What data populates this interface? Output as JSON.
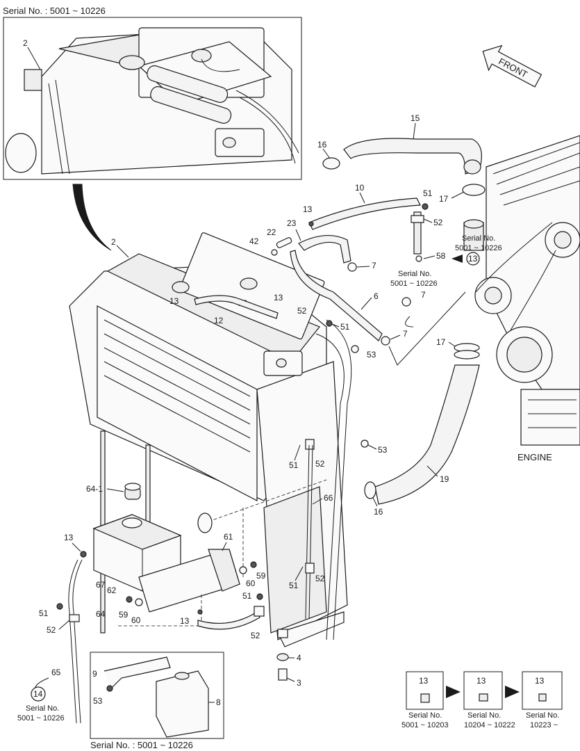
{
  "top_serial": "Serial No. : 5001 ~ 10226",
  "bottom_serial": "Serial No. : 5001 ~ 10226",
  "front_label": "FRONT",
  "engine_label": "ENGINE",
  "serial_note_engine": {
    "line1": "Serial No.",
    "line2": "5001 ~ 10226"
  },
  "serial_note_clamp": {
    "line1": "Serial No.",
    "line2": "5001 ~ 10226"
  },
  "serial_note_hose": {
    "line1": "Serial No.",
    "line2": "5001 ~ 10226"
  },
  "circled_refs": {
    "engine": "13",
    "hose": "14"
  },
  "variants": [
    {
      "part": "13",
      "line1": "Serial No.",
      "line2": "5001 ~ 10203"
    },
    {
      "part": "13",
      "line1": "Serial No.",
      "line2": "10204 ~ 10222"
    },
    {
      "part": "13",
      "line1": "Serial No.",
      "line2": "10223 ~"
    }
  ],
  "callouts": {
    "c2a": "2",
    "c2b": "2",
    "c15": "15",
    "c16a": "16",
    "c16b": "16",
    "c17a": "17",
    "c17b": "17",
    "c10": "10",
    "c51a": "51",
    "c51b": "51",
    "c51c": "51",
    "c51d": "51",
    "c52a": "52",
    "c52b": "52",
    "c52c": "52",
    "c52d": "52",
    "c52e": "52",
    "c52f": "52",
    "c13a": "13",
    "c13b": "13",
    "c13c": "13",
    "c13d": "13",
    "c13e": "13",
    "c13f": "13",
    "c23": "23",
    "c22": "22",
    "c42": "42",
    "c7a": "7",
    "c7b": "7",
    "c7c": "7",
    "c58": "58",
    "c6": "6",
    "c12": "12",
    "c53a": "53",
    "c53b": "53",
    "c53c": "53",
    "c19": "19",
    "c66": "66",
    "c61": "61",
    "c64_1": "64-1",
    "c67": "67",
    "c62": "62",
    "c64": "64",
    "c59a": "59",
    "c59b": "59",
    "c60a": "60",
    "c60b": "60",
    "c65": "65",
    "c4": "4",
    "c3": "3",
    "c9": "9",
    "c8": "8"
  }
}
